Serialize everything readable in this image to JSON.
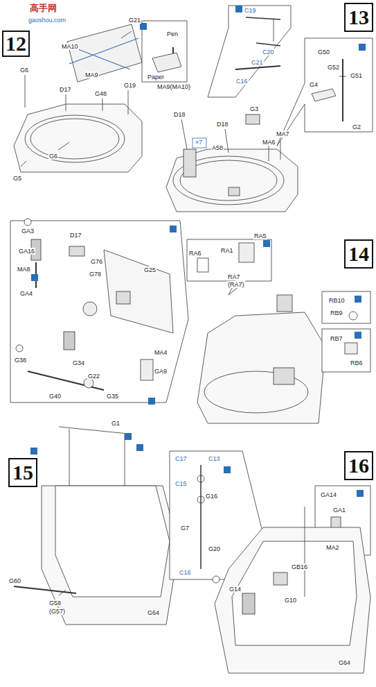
{
  "diagram": {
    "nodes": [
      {
        "text": [
          "12"
        ]
      },
      {
        "text": [
          "13"
        ]
      },
      {
        "text": [
          "14"
        ]
      },
      {
        "text": [
          "15"
        ]
      },
      {
        "text": [
          "16"
        ]
      }
    ],
    "labels": [
      "高手网",
      "gaoshou.com",
      "G21",
      "MA10",
      "MA9",
      "G6",
      "D17",
      "G48",
      "G19",
      "G6",
      "G5",
      "Pen",
      "Paper",
      "MA9(MA10)",
      "C19",
      "C20",
      "C21",
      "C16",
      "D18",
      "D18",
      "G3",
      "MA7",
      "MA6",
      "×7",
      "A58",
      "G50",
      "G52",
      "G51",
      "G4",
      "G2",
      "GA3",
      "GA16",
      "MA8",
      "GA4",
      "D17",
      "G76",
      "G78",
      "G25",
      "G38",
      "G34",
      "G22",
      "G40",
      "G35",
      "MA4",
      "GA9",
      "RA1",
      "RA5",
      "RA6",
      "RA7",
      "(RA7)",
      "RB10",
      "RB9",
      "RB7",
      "RB6",
      "G1",
      "G60",
      "G58",
      "(G57)",
      "G64",
      "C17",
      "C13",
      "C15",
      "G16",
      "G7",
      "G20",
      "C16",
      "G14",
      "G10",
      "GB16",
      "G64",
      "GA14",
      "GA1",
      "MA2"
    ]
  }
}
